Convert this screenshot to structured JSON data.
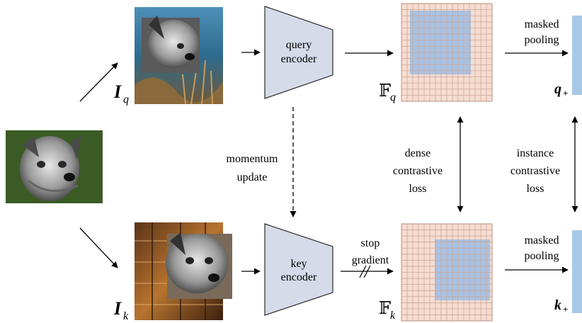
{
  "labels": {
    "query_encoder": [
      "query",
      "encoder"
    ],
    "key_encoder": [
      "key",
      "encoder"
    ],
    "momentum_update": [
      "momentum",
      "update"
    ],
    "masked_pooling_top": [
      "masked",
      "pooling"
    ],
    "masked_pooling_bottom": [
      "masked",
      "pooling"
    ],
    "stop_gradient": [
      "stop",
      "gradient"
    ],
    "dense_loss": [
      "dense",
      "contrastive",
      "loss"
    ],
    "instance_loss": [
      "instance",
      "contrastive",
      "loss"
    ],
    "img_q_sym": "I",
    "img_q_sub": "q",
    "img_k_sym": "I",
    "img_k_sub": "k",
    "feat_q_sym": "𝔽",
    "feat_q_sub": "q",
    "feat_k_sym": "𝔽",
    "feat_k_sub": "k",
    "q_plus_sym": "q",
    "q_plus_sub": "+",
    "k_plus_sym": "k",
    "k_plus_sub": "+"
  },
  "colors": {
    "encoder_fill": "#d5dbe9",
    "grid_fill": "#f6ddd0",
    "grid_line": "#c9a79a",
    "mask_fill": "#a9c2e3",
    "vector_fill": "#a8c8e8"
  },
  "icons": {
    "source_image": "dog-photo",
    "query_image": "dog-crop-over-coral-reef",
    "key_image": "dog-crop-over-shop-window"
  }
}
